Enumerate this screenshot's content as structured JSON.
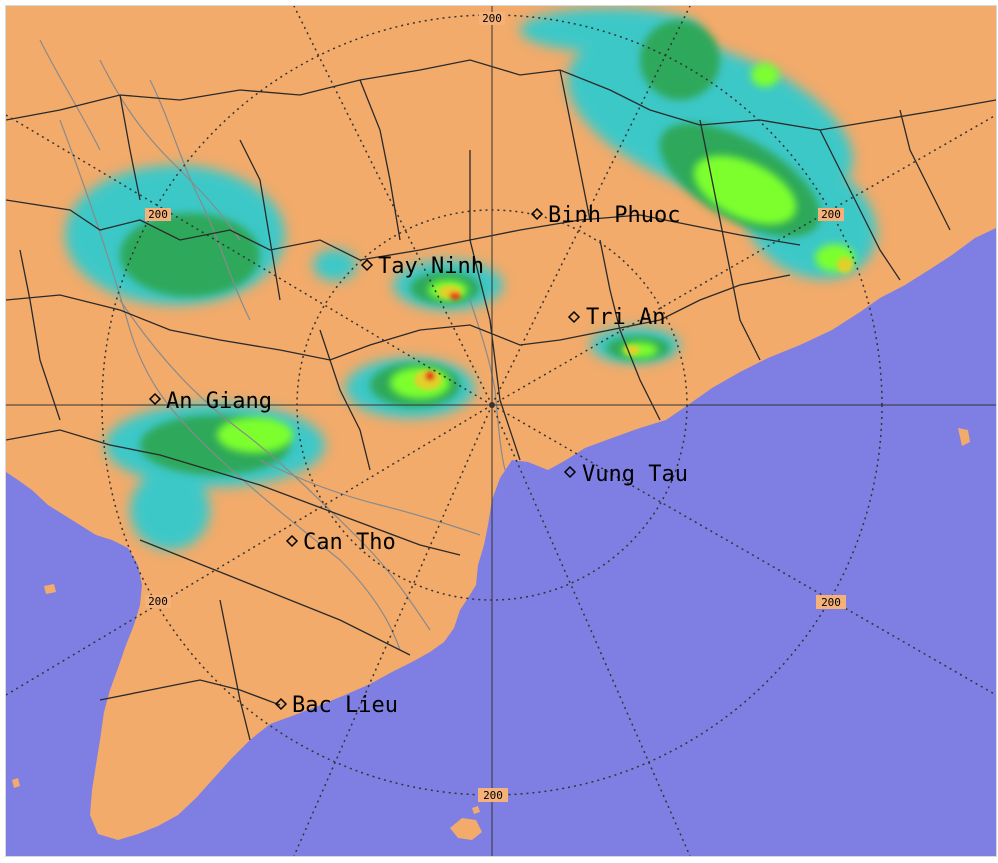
{
  "colors": {
    "land": "#f2ab6b",
    "sea": "#7f7fe3",
    "border": "#2a2a2a",
    "river": "#8a8a8a",
    "range_ring": "#333333",
    "echo_weak": "#3cc8c8",
    "echo_moderate": "#2fa85a",
    "echo_strong": "#7dff2f",
    "echo_heavy": "#e0d02a",
    "echo_intense": "#e4401a"
  },
  "cities": [
    {
      "id": "tay-ninh",
      "label": "Tay Ninh"
    },
    {
      "id": "binh-phuoc",
      "label": "Binh Phuoc"
    },
    {
      "id": "tri-an",
      "label": "Tri An"
    },
    {
      "id": "an-giang",
      "label": "An Giang"
    },
    {
      "id": "vung-tau",
      "label": "Vung Tau"
    },
    {
      "id": "can-tho",
      "label": "Can Tho"
    },
    {
      "id": "bac-lieu",
      "label": "Bac Lieu"
    }
  ],
  "range_labels": [
    "200",
    "200",
    "200",
    "200",
    "200",
    "200"
  ],
  "icons": {
    "city_marker": "diamond-marker-icon",
    "radar_center": "crosshair-icon"
  }
}
